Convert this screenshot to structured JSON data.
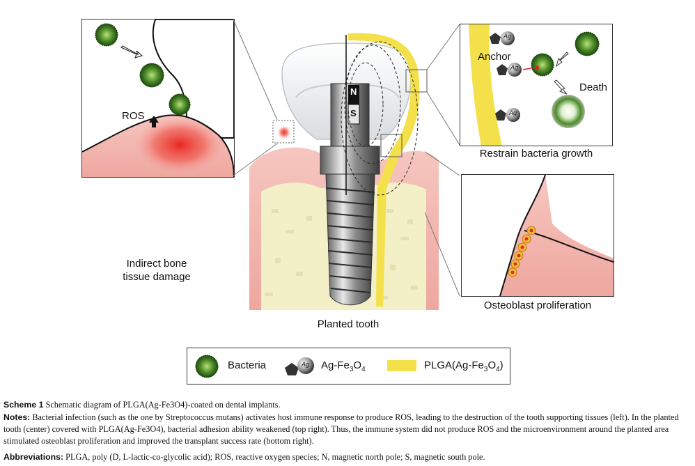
{
  "panels": {
    "left": {
      "ros_label": "ROS",
      "caption_line1": "Indirect bone",
      "caption_line2": "tissue damage"
    },
    "center": {
      "north_label": "N",
      "south_label": "S",
      "caption": "Planted tooth"
    },
    "top_right": {
      "anchor_label": "Anchor",
      "death_label": "Death",
      "ag_label": "Ag",
      "caption": "Restrain bacteria growth"
    },
    "bottom_right": {
      "caption": "Osteoblast proliferation"
    }
  },
  "legend": {
    "bacteria": "Bacteria",
    "ag_badge": "Ag",
    "ag_fe_prefix": "Ag-Fe",
    "ag_fe_sub1": "3",
    "ag_fe_mid": "O",
    "ag_fe_sub2": "4",
    "plga_prefix": "PLGA(Ag-Fe",
    "plga_sub1": "3",
    "plga_mid": "O",
    "plga_sub2": "4",
    "plga_suffix": ")"
  },
  "caption": {
    "scheme_label": "Scheme 1",
    "scheme_text": " Schematic diagram of PLGA(Ag-Fe3O4)-coated on dental implants.",
    "notes_label": "Notes:",
    "notes_text": " Bacterial infection (such as the one by Streptococcus mutans) activates host immune response to produce ROS, leading to the destruction of the tooth supporting tissues (left). In the planted tooth (center) covered with PLGA(Ag-Fe3O4), bacterial adhesion ability weakened (top right). Thus, the immune system did not produce ROS and the microenvironment around the planted area stimulated osteoblast proliferation and improved the transplant success rate (bottom right).",
    "abbr_label": "Abbreviations:",
    "abbr_text": " PLGA, poly (D, L-lactic-co-glycolic acid); ROS, reactive oxygen species; N, magnetic north pole; S, magnetic south pole."
  },
  "colors": {
    "gum": "#f2b3ad",
    "bone": "#f3efc6",
    "plga": "#f4e04a",
    "bacteria": "#3f7a23",
    "inflammation": "#e8201a"
  }
}
